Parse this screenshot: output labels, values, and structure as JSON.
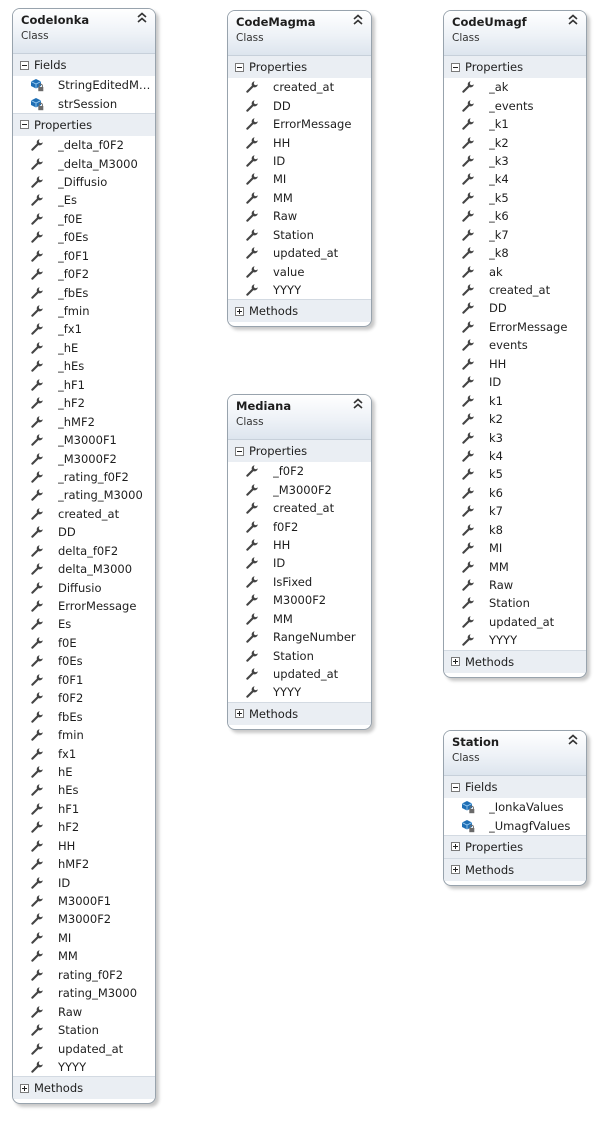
{
  "classes": [
    {
      "id": "codeionka",
      "name": "CodeIonka",
      "kind": "Class",
      "fields_label": "Fields",
      "fields": [
        "StringEditedMa…",
        "strSession"
      ],
      "properties_label": "Properties",
      "properties": [
        "_delta_f0F2",
        "_delta_M3000",
        "_Diffusio",
        "_Es",
        "_f0E",
        "_f0Es",
        "_f0F1",
        "_f0F2",
        "_fbEs",
        "_fmin",
        "_fx1",
        "_hE",
        "_hEs",
        "_hF1",
        "_hF2",
        "_hMF2",
        "_M3000F1",
        "_M3000F2",
        "_rating_f0F2",
        "_rating_M3000",
        "created_at",
        "DD",
        "delta_f0F2",
        "delta_M3000",
        "Diffusio",
        "ErrorMessage",
        "Es",
        "f0E",
        "f0Es",
        "f0F1",
        "f0F2",
        "fbEs",
        "fmin",
        "fx1",
        "hE",
        "hEs",
        "hF1",
        "hF2",
        "HH",
        "hMF2",
        "ID",
        "M3000F1",
        "M3000F2",
        "MI",
        "MM",
        "rating_f0F2",
        "rating_M3000",
        "Raw",
        "Station",
        "updated_at",
        "YYYY"
      ],
      "methods_label": "Methods"
    },
    {
      "id": "codemagma",
      "name": "CodeMagma",
      "kind": "Class",
      "properties_label": "Properties",
      "properties": [
        "created_at",
        "DD",
        "ErrorMessage",
        "HH",
        "ID",
        "MI",
        "MM",
        "Raw",
        "Station",
        "updated_at",
        "value",
        "YYYY"
      ],
      "methods_label": "Methods"
    },
    {
      "id": "mediana",
      "name": "Mediana",
      "kind": "Class",
      "properties_label": "Properties",
      "properties": [
        "_f0F2",
        "_M3000F2",
        "created_at",
        "f0F2",
        "HH",
        "ID",
        "IsFixed",
        "M3000F2",
        "MM",
        "RangeNumber",
        "Station",
        "updated_at",
        "YYYY"
      ],
      "methods_label": "Methods"
    },
    {
      "id": "codeumagf",
      "name": "CodeUmagf",
      "kind": "Class",
      "properties_label": "Properties",
      "properties": [
        "_ak",
        "_events",
        "_k1",
        "_k2",
        "_k3",
        "_k4",
        "_k5",
        "_k6",
        "_k7",
        "_k8",
        "ak",
        "created_at",
        "DD",
        "ErrorMessage",
        "events",
        "HH",
        "ID",
        "k1",
        "k2",
        "k3",
        "k4",
        "k5",
        "k6",
        "k7",
        "k8",
        "MI",
        "MM",
        "Raw",
        "Station",
        "updated_at",
        "YYYY"
      ],
      "methods_label": "Methods"
    },
    {
      "id": "station",
      "name": "Station",
      "kind": "Class",
      "fields_label": "Fields",
      "fields": [
        "_IonkaValues",
        "_UmagfValues"
      ],
      "properties_label": "Properties",
      "methods_label": "Methods"
    }
  ],
  "colors": {
    "border": "#98a3ad",
    "header_gradient_end": "#dde5ee",
    "section_bg": "#eaeef3",
    "field_icon": "#1f6fb5",
    "wrench_icon": "#444444"
  },
  "icons": {
    "property": "wrench-icon",
    "field": "field-lock-icon",
    "collapse": "collapse-chevron-icon",
    "expanded": "minus-box-icon",
    "collapsed": "plus-box-icon"
  }
}
